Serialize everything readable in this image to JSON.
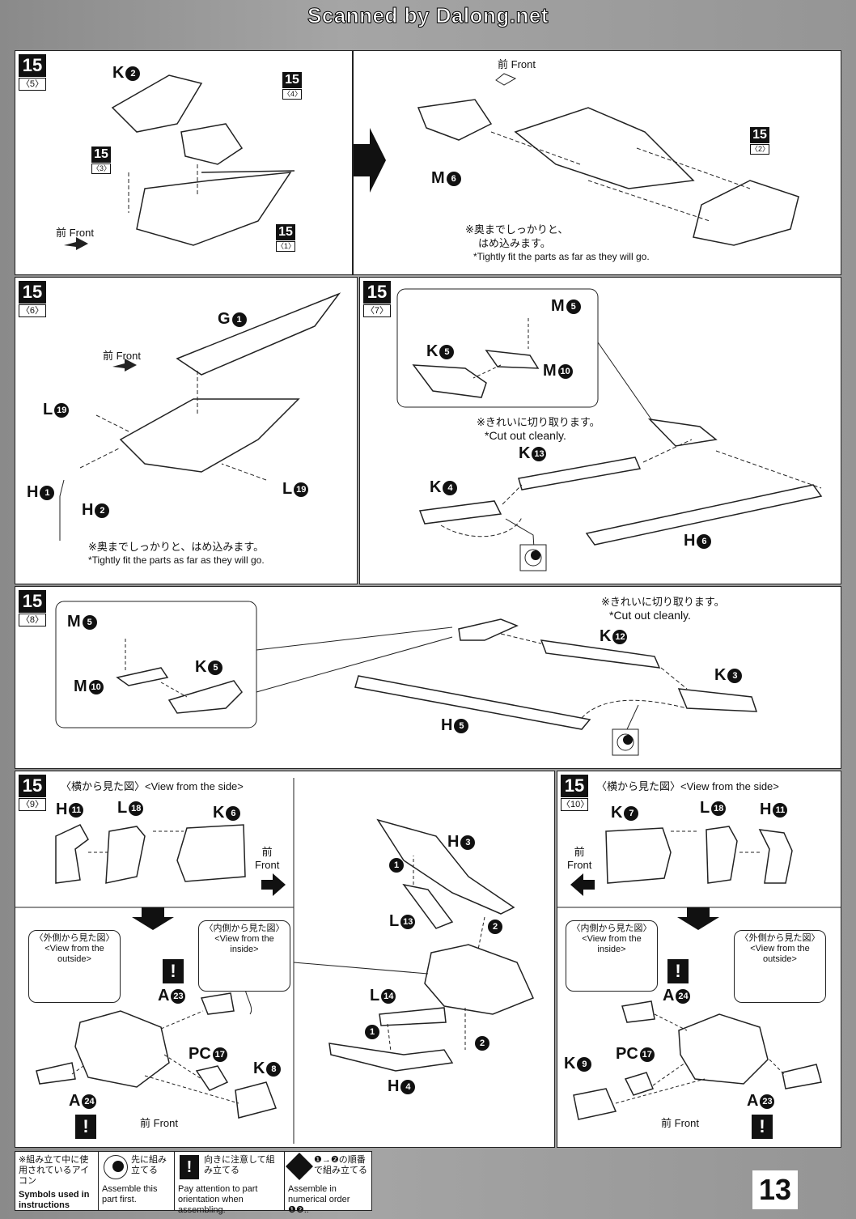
{
  "watermark": "Scanned by Dalong.net",
  "steps": {
    "s5": {
      "num": "15",
      "sub": "〈5〉"
    },
    "s6": {
      "num": "15",
      "sub": "〈6〉"
    },
    "s7": {
      "num": "15",
      "sub": "〈7〉"
    },
    "s8": {
      "num": "15",
      "sub": "〈8〉"
    },
    "s9": {
      "num": "15",
      "sub": "〈9〉"
    },
    "s10": {
      "num": "15",
      "sub": "〈10〉"
    }
  },
  "refs": {
    "r4": {
      "num": "15",
      "sub": "〈4〉"
    },
    "r3": {
      "num": "15",
      "sub": "〈3〉"
    },
    "r1": {
      "num": "15",
      "sub": "〈1〉"
    },
    "r2": {
      "num": "15",
      "sub": "〈2〉"
    }
  },
  "front": {
    "jp": "前",
    "en": "Front"
  },
  "parts": {
    "p5_k": "K",
    "p5_k_n": "2",
    "p5b_m": "M",
    "p5b_m_n": "6",
    "p6_g": "G",
    "p6_g_n": "1",
    "p6_l": "L",
    "p6_l_n": "19",
    "p6_h1": "H",
    "p6_h1_n": "1",
    "p6_h2": "H",
    "p6_h2_n": "2",
    "p7_m5": "M",
    "p7_m5_n": "5",
    "p7_k5": "K",
    "p7_k5_n": "5",
    "p7_m10": "M",
    "p7_m10_n": "10",
    "p7_k13": "K",
    "p7_k13_n": "13",
    "p7_k4": "K",
    "p7_k4_n": "4",
    "p7_h6": "H",
    "p7_h6_n": "6",
    "p8_m5": "M",
    "p8_m5_n": "5",
    "p8_m10": "M",
    "p8_m10_n": "10",
    "p8_k5": "K",
    "p8_k5_n": "5",
    "p8_k12": "K",
    "p8_k12_n": "12",
    "p8_k3": "K",
    "p8_k3_n": "3",
    "p8_h5": "H",
    "p8_h5_n": "5",
    "p9_h11": "H",
    "p9_h11_n": "11",
    "p9_l18": "L",
    "p9_l18_n": "18",
    "p9_k6": "K",
    "p9_k6_n": "6",
    "p9_a23": "A",
    "p9_a23_n": "23",
    "p9_pc": "PC",
    "p9_pc_n": "17",
    "p9_k8": "K",
    "p9_k8_n": "8",
    "p9_a24": "A",
    "p9_a24_n": "24",
    "p9_h3": "H",
    "p9_h3_n": "3",
    "p9_l13": "L",
    "p9_l13_n": "13",
    "p9_l14": "L",
    "p9_l14_n": "14",
    "p9_h4": "H",
    "p9_h4_n": "4",
    "p10_k7": "K",
    "p10_k7_n": "7",
    "p10_l18": "L",
    "p10_l18_n": "18",
    "p10_h11": "H",
    "p10_h11_n": "11",
    "p10_a24": "A",
    "p10_a24_n": "24",
    "p10_k9": "K",
    "p10_k9_n": "9",
    "p10_pc": "PC",
    "p10_pc_n": "17",
    "p10_a23": "A",
    "p10_a23_n": "23"
  },
  "notes": {
    "tight_jp1": "※奥までしっかりと、",
    "tight_jp2": "はめ込みます。",
    "tight_jp": "※奥までしっかりと、はめ込みます。",
    "tight_en": "*Tightly fit the parts as far as they will go.",
    "cut_jp": "※きれいに切り取ります。",
    "cut_en": "*Cut out cleanly."
  },
  "views": {
    "side": "〈横から見た図〉<View from the side>",
    "outside_jp": "〈外側から見た図〉",
    "outside_en": "<View from the outside>",
    "inside_jp": "〈内側から見た図〉",
    "inside_en": "<View from the inside>"
  },
  "order": {
    "one": "1",
    "two": "2"
  },
  "legend": {
    "title_jp": "※組み立て中に使用されているアイコン",
    "title_en": "Symbols used in instructions",
    "first_jp": "先に組み立てる",
    "first_en": "Assemble this part first.",
    "orient_jp": "向きに注意して組み立てる",
    "orient_en": "Pay attention to part orientation when assembling.",
    "order_jp": "❶→❷の順番で組み立てる",
    "order_en": "Assemble in numerical order ❶❷.."
  },
  "page_number": "13"
}
